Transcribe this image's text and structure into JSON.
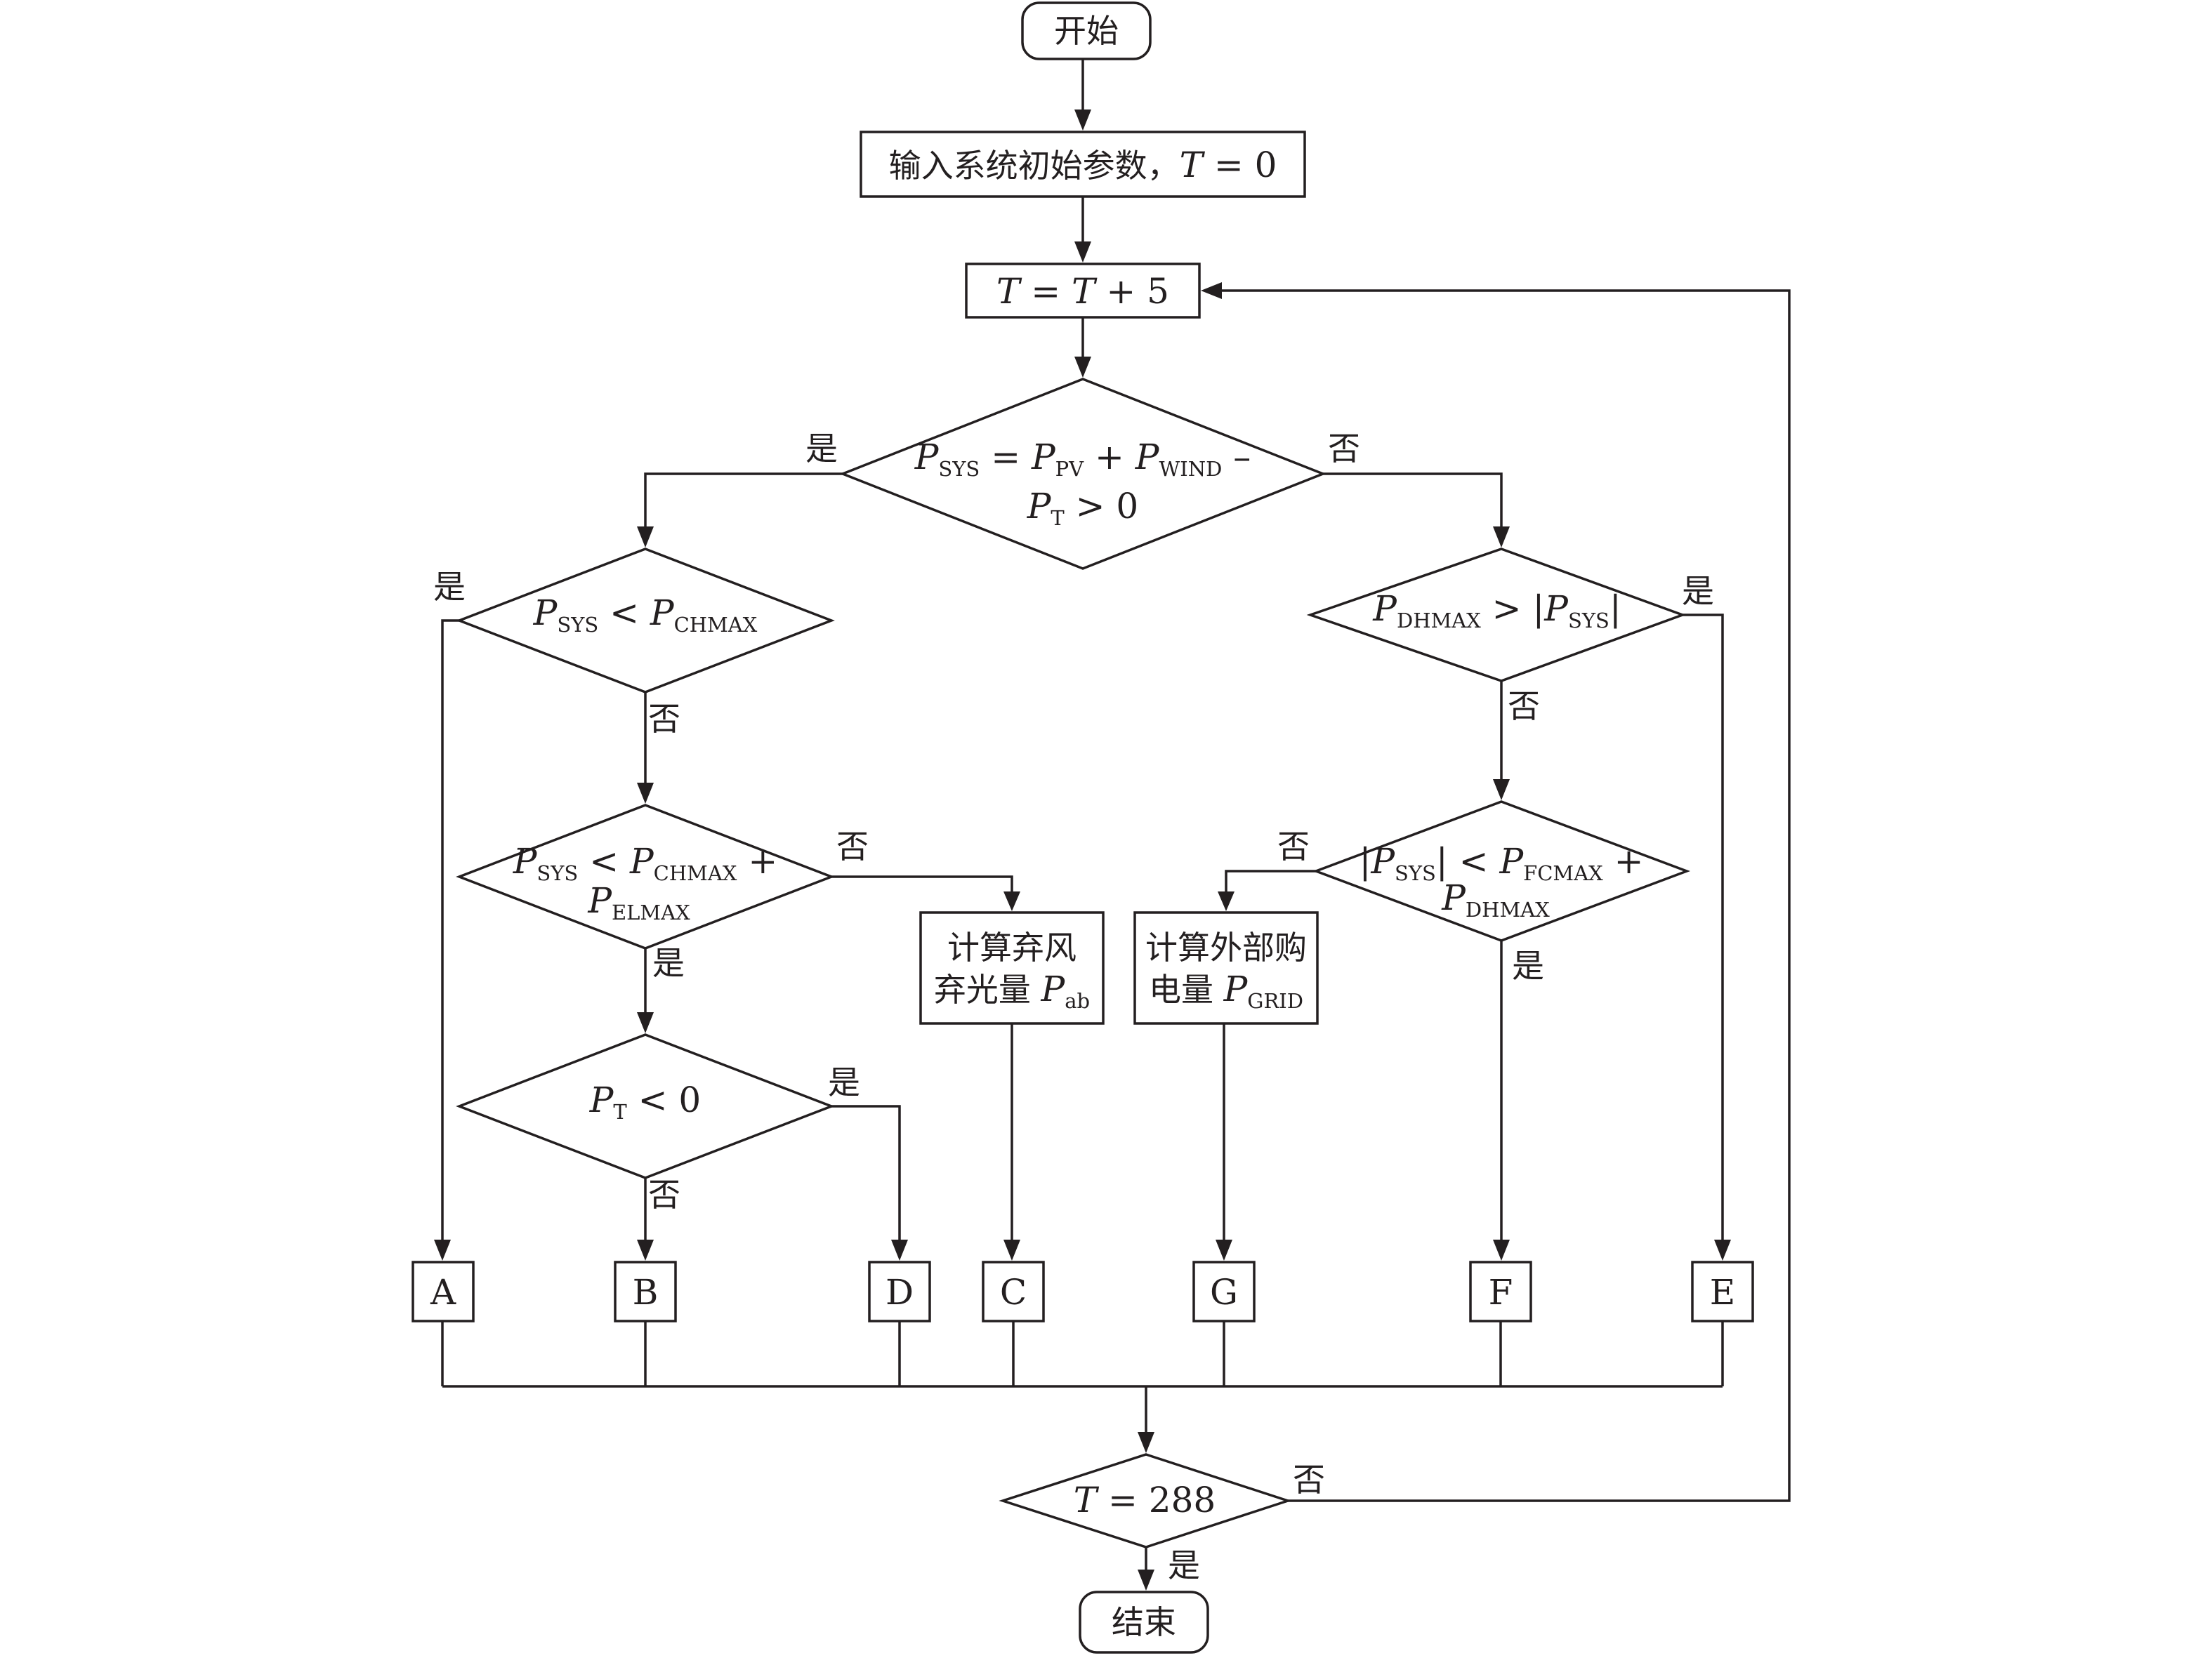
{
  "start": "开始",
  "end": "结束",
  "init": {
    "text": "输入系统初始参数，",
    "var": "T",
    "eq": " = 0"
  },
  "step": {
    "a": "T",
    "b": " = ",
    "c": "T",
    "d": " + 5"
  },
  "cond1": {
    "p": "P",
    "sys": "SYS",
    "eq": " = ",
    "ppv": "P",
    "pv": "PV",
    "plus": " + ",
    "pw": "P",
    "wind": "WIND",
    "minus": " –",
    "pt": "P",
    "t": "T",
    "gt0": " > 0"
  },
  "cond_chmax": {
    "p": "P",
    "sys": "SYS",
    "lt": " < ",
    "pc": "P",
    "chmax": "CHMAX"
  },
  "cond_chel": {
    "p": "P",
    "sys": "SYS",
    "lt": " < ",
    "pc": "P",
    "chmax": "CHMAX",
    "plus": " +",
    "pe": "P",
    "elmax": "ELMAX"
  },
  "cond_pt": {
    "p": "P",
    "t": "T",
    "lt0": " < 0"
  },
  "cond_dh": {
    "p": "P",
    "dhmax": "DHMAX",
    "gt": " > |",
    "ps": "P",
    "sys": "SYS",
    "bar": "|"
  },
  "cond_fc": {
    "bar1": "|",
    "p": "P",
    "sys": "SYS",
    "bar2": "|",
    "lt": " < ",
    "pf": "P",
    "fcmax": "FCMAX",
    "plus": " +",
    "pd": "P",
    "dhmax": "DHMAX"
  },
  "cond_t288": {
    "t": "T",
    "eq": " = 288"
  },
  "box_ab": {
    "line1": "计算弃风",
    "line2": "弃光量 ",
    "p": "P",
    "ab": "ab"
  },
  "box_grid": {
    "line1": "计算外部购",
    "line2": "电量 ",
    "p": "P",
    "grid": "GRID"
  },
  "terminals": [
    "A",
    "B",
    "D",
    "C",
    "G",
    "F",
    "E"
  ],
  "labels": {
    "yes": "是",
    "no": "否"
  },
  "colors": {
    "line": "#231f20",
    "background": "#ffffff"
  }
}
